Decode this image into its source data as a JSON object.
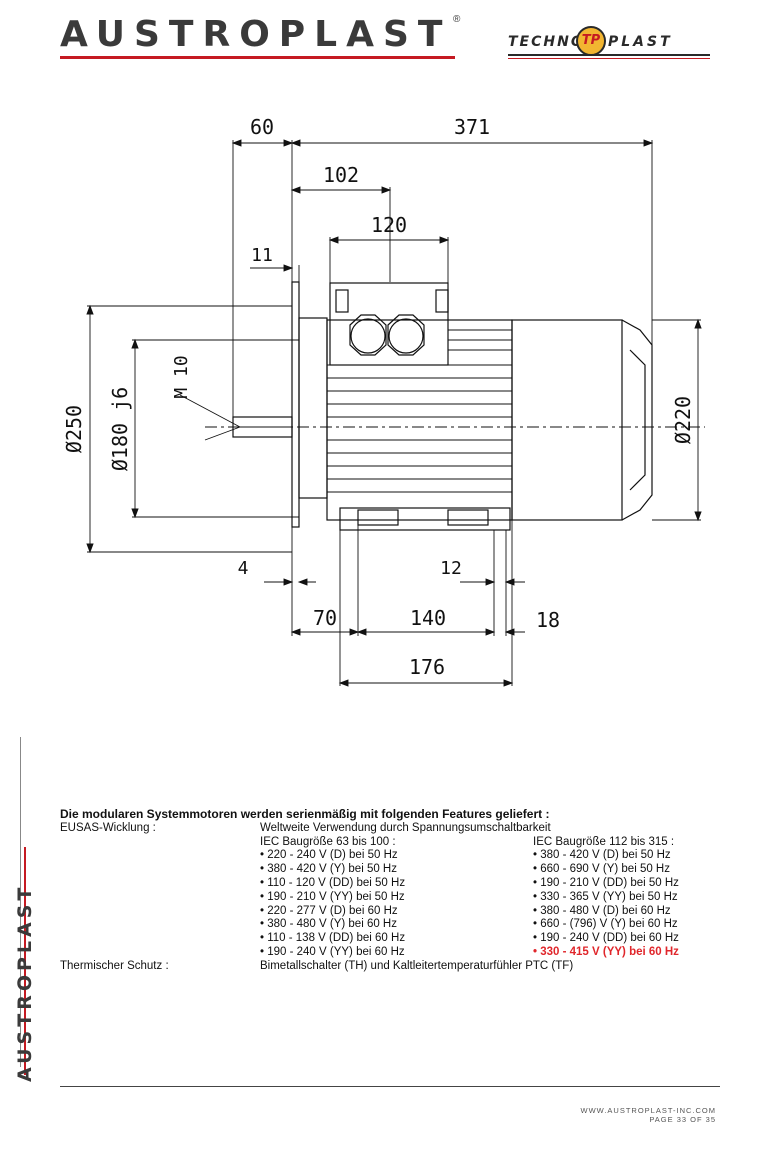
{
  "header": {
    "brand": "AUSTROPLAST",
    "registered": "®",
    "partner_left": "TECHNO",
    "partner_logo": "TP",
    "partner_right": "PLAST"
  },
  "drawing": {
    "dim_60": "60",
    "dim_371": "371",
    "dim_102": "102",
    "dim_120": "120",
    "dim_11": "11",
    "dim_m10": "M 10",
    "dim_250": "Ø250",
    "dim_180": "Ø180 j6",
    "dim_220": "Ø220",
    "dim_4": "4",
    "dim_12": "12",
    "dim_70": "70",
    "dim_140": "140",
    "dim_18": "18",
    "dim_176": "176"
  },
  "side": {
    "brand": "AUSTROPLAST"
  },
  "features": {
    "title": "Die modularen Systemmotoren werden serienmäßig mit folgenden Features geliefert :",
    "winding_label": "EUSAS-Wicklung :",
    "winding_desc": "Weltweite Verwendung durch Spannungsumschaltbarkeit",
    "col_a_head": "IEC Baugröße 63 bis 100 :",
    "col_b_head": "IEC Baugröße 112 bis 315 :",
    "col_a": [
      "• 220 - 240 V (D) bei 50 Hz",
      "• 380 - 420 V (Y) bei 50 Hz",
      "• 110 - 120 V (DD) bei 50 Hz",
      "• 190 - 210 V (YY) bei 50 Hz",
      "• 220 - 277 V (D) bei 60 Hz",
      "• 380 - 480 V (Y) bei 60 Hz",
      "• 110 - 138 V (DD) bei 60 Hz",
      "• 190 - 240 V (YY) bei 60 Hz"
    ],
    "col_b": [
      "• 380 - 420 V (D) bei 50 Hz",
      "• 660 - 690 V (Y) bei 50 Hz",
      "• 190 - 210 V (DD) bei 50 Hz",
      "• 330 - 365 V (YY) bei 50 Hz",
      "• 380 - 480 V (D) bei 60 Hz",
      "• 660 - (796) V (Y) bei 60 Hz",
      "• 190 - 240 V (DD) bei 60 Hz"
    ],
    "col_b_highlight": "• 330 - 415 V (YY) bei 60 Hz",
    "highlight_color": "#e0262b",
    "thermal_label": "Thermischer Schutz :",
    "thermal_desc": "Bimetallschalter (TH) und Kaltleitertemperaturfühler PTC (TF)"
  },
  "footer": {
    "url": "WWW.AUSTROPLAST-INC.COM",
    "page": "PAGE 33 OF 35"
  },
  "colors": {
    "brand_red": "#c51a22",
    "logo_yellow": "#f2b531"
  }
}
